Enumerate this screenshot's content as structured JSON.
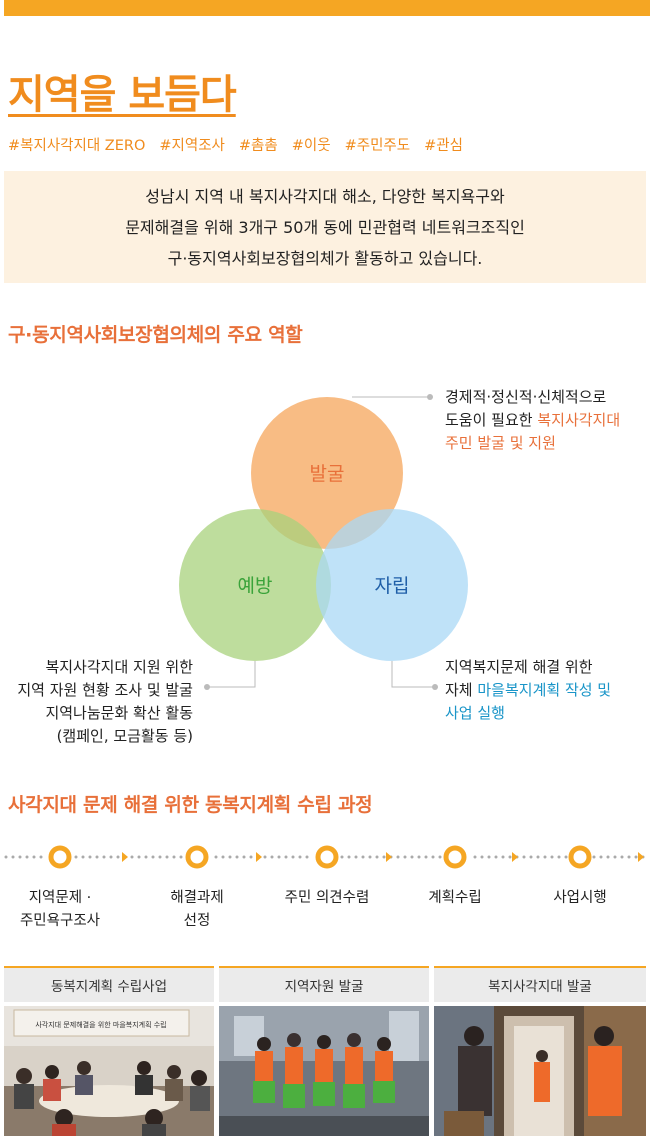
{
  "header": {
    "title": "지역을 보듬다",
    "hashtags": [
      "#복지사각지대 ZERO",
      "#지역조사",
      "#촘촘",
      "#이웃",
      "#주민주도",
      "#관심"
    ]
  },
  "intro": {
    "lines": [
      "성남시 지역 내 복지사각지대 해소, 다양한 복지욕구와",
      "문제해결을 위해 3개구 50개 동에 민관협력 네트워크조직인",
      "구·동지역사회보장협의체가 활동하고 있습니다."
    ]
  },
  "roles": {
    "section_title": "구·동지역사회보장협의체의 주요 역할",
    "circles": [
      {
        "label": "발굴",
        "color": "#f5a65b"
      },
      {
        "label": "예방",
        "color": "#a8d27c"
      },
      {
        "label": "자립",
        "color": "#a9d8f5"
      }
    ],
    "text_colors": {
      "orange": "#e8703a",
      "green": "#3aa33a",
      "blue": "#1f5fa8"
    },
    "callouts": {
      "top": {
        "line1": "경제적·정신적·신체적으로",
        "line2_plain": "도움이 필요한 ",
        "line2_highlight": "복지사각지대",
        "line3_highlight": "주민 발굴 및 지원"
      },
      "left": {
        "line1": "복지사각지대 지원 위한",
        "line2": "지역 자원 현황 조사 및 발굴",
        "line3": "지역나눔문화 확산 활동",
        "line4": "(캠페인, 모금활동 등)"
      },
      "right": {
        "line1": "지역복지문제 해결 위한",
        "line2_plain": "자체 ",
        "line2_highlight": "마을복지계획 작성 및",
        "line3_highlight": "사업 실행"
      }
    }
  },
  "process": {
    "section_title": "사각지대 문제 해결 위한 동복지계획 수립 과정",
    "accent_color": "#f5a623",
    "steps": [
      {
        "line1": "지역문제 ·",
        "line2": "주민욕구조사"
      },
      {
        "line1": "해결과제",
        "line2": "선정"
      },
      {
        "line1": "주민 의견수렴",
        "line2": ""
      },
      {
        "line1": "계획수립",
        "line2": ""
      },
      {
        "line1": "사업시행",
        "line2": ""
      }
    ]
  },
  "photos": [
    {
      "caption": "동복지계획 수립사업",
      "banner_text": "사각지대 문제해결을 위한 마을복지계획 수립"
    },
    {
      "caption": "지역자원 발굴"
    },
    {
      "caption": "복지사각지대 발굴"
    }
  ]
}
